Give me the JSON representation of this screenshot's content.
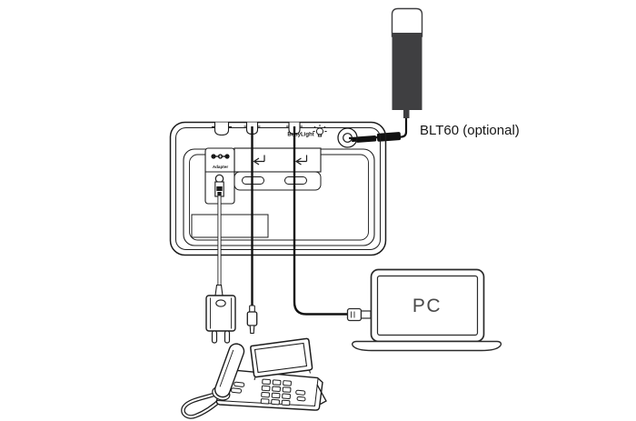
{
  "diagram": {
    "labels": {
      "blt60": "BLT60 (optional)",
      "busylight": "BusyLight",
      "adapter": "Adapter",
      "pc": "PC"
    },
    "colors": {
      "line": "#1c1c1c",
      "blt60_body": "#3f3f41",
      "pc_text": "#4a4a4a",
      "background": "#ffffff"
    },
    "components": [
      "busylight-blt60",
      "base-station-rear",
      "dc-power-adapter",
      "free-usb-connector",
      "desk-phone",
      "pc-laptop"
    ]
  }
}
